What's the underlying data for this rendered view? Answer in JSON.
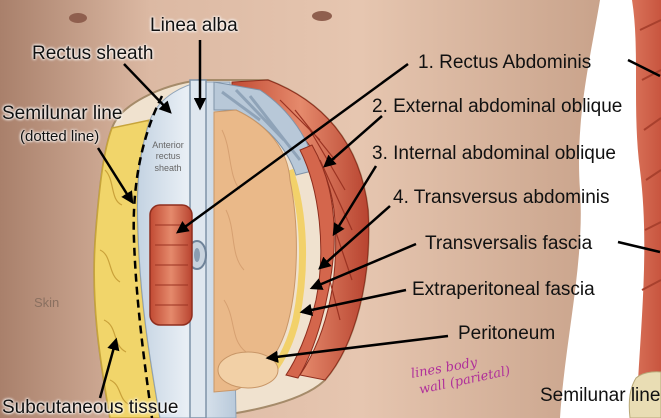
{
  "labels": {
    "linea_alba": "Linea alba",
    "rectus_sheath": "Rectus sheath",
    "semilunar_line": "Semilunar line",
    "dotted_line": "(dotted line)",
    "anterior_rectus_sheath": "Anterior rectus sheath",
    "skin": "Skin",
    "subcutaneous_tissue": "Subcutaneous tissue",
    "rectus_abdominis": "1. Rectus Abdominis",
    "external_oblique": "2. External abdominal oblique",
    "internal_oblique": "3. Internal abdominal oblique",
    "transversus": "4. Transversus  abdominis",
    "transversalis_fascia": "Transversalis fascia",
    "extraperitoneal_fascia": "Extraperitoneal fascia",
    "peritoneum": "Peritoneum",
    "semilunar_line_right": "Semilunar line",
    "handwritten_note_1": "lines body",
    "handwritten_note_2": "wall (parietal)"
  }
}
